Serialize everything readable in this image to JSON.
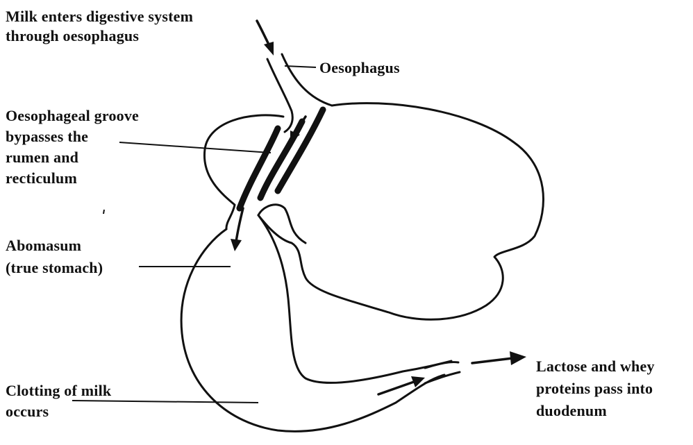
{
  "labels": {
    "milk_enters_line1": "Milk enters digestive system",
    "milk_enters_line2": "through oesophagus",
    "oesophagus": "Oesophagus",
    "groove_line1": "Oesophageal groove",
    "groove_line2": "bypasses the",
    "groove_line3": "rumen and",
    "groove_line4": "recticulum",
    "abomasum_line1": "Abomasum",
    "abomasum_line2": "(true stomach)",
    "clotting_line1": "Clotting of milk",
    "clotting_line2": "occurs",
    "lactose_line1": "Lactose and whey",
    "lactose_line2": "proteins pass into",
    "lactose_line3": "duodenum"
  }
}
